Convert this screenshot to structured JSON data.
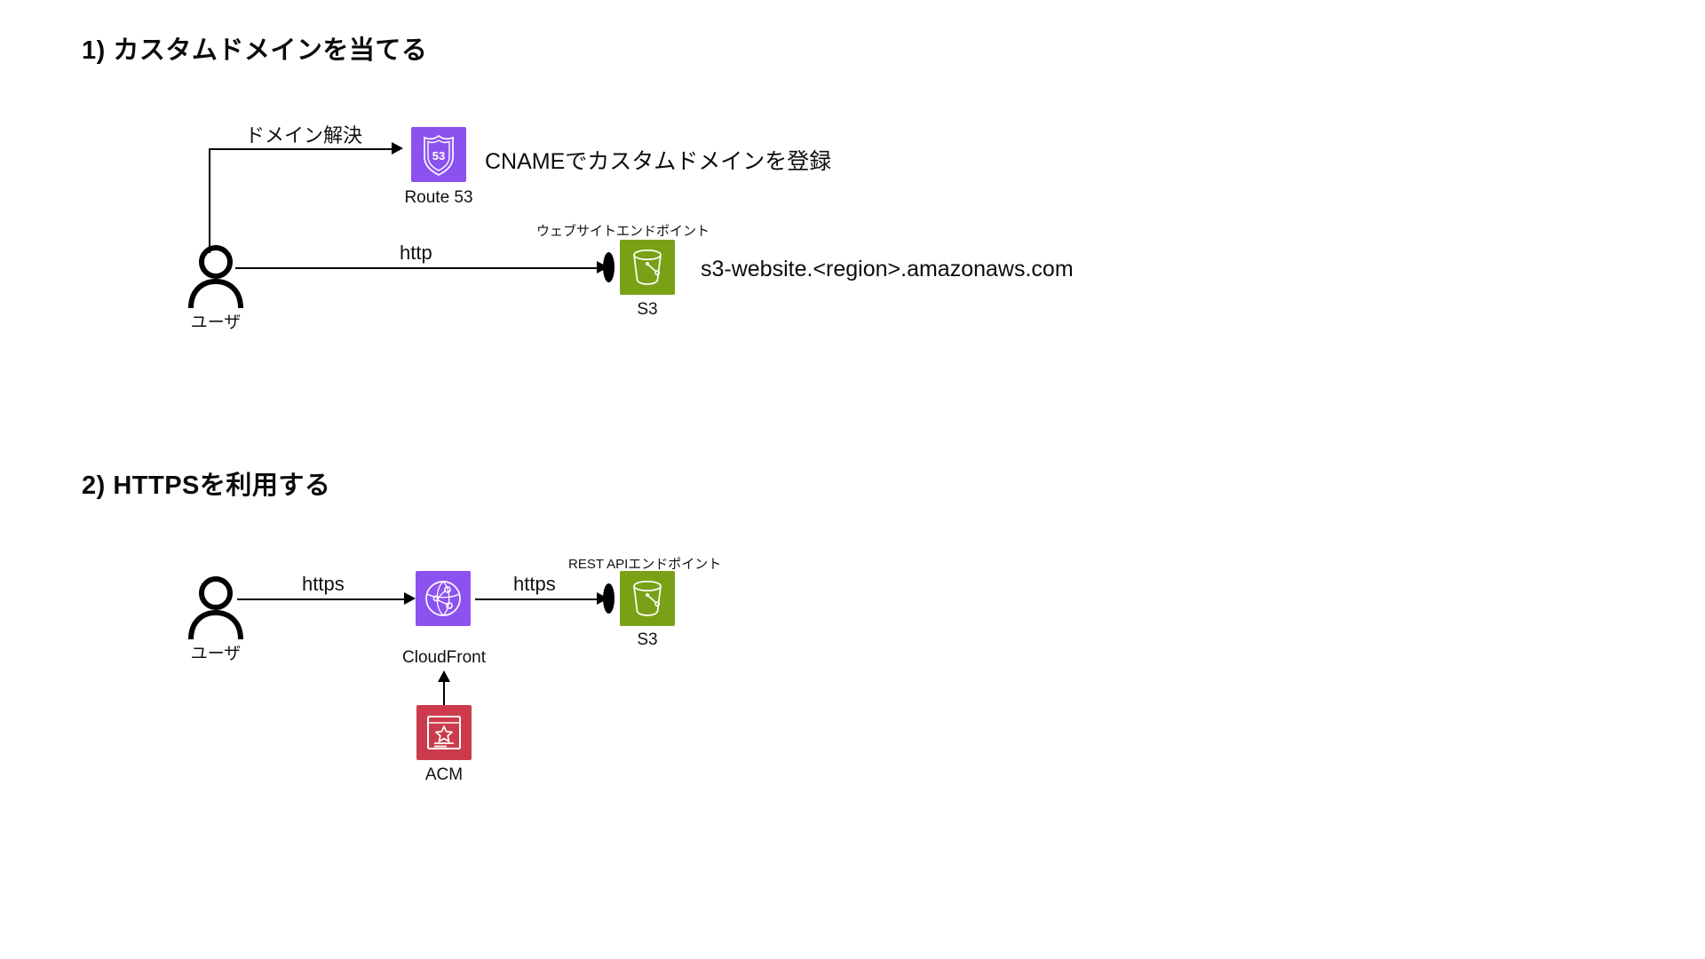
{
  "page": {
    "background": "#ffffff",
    "sections": [
      {
        "id": "s1",
        "title": "1) カスタムドメインを当てる"
      },
      {
        "id": "s2",
        "title": "2) HTTPSを利用する"
      }
    ]
  },
  "colors": {
    "route53_purple": "#8c52f0",
    "cloudfront_purple": "#8c52f0",
    "s3_green": "#7aa116",
    "acm_red": "#cc3b4b",
    "line_black": "#000000",
    "text_black": "#111111"
  },
  "diagram1": {
    "title": "1) カスタムドメインを当てる",
    "nodes": [
      {
        "id": "user1",
        "label": "ユーザ",
        "icon": "user-icon"
      },
      {
        "id": "route53",
        "label": "Route 53",
        "icon": "route53-icon",
        "badge": "53"
      },
      {
        "id": "s3a",
        "label": "S3",
        "icon": "s3-bucket-icon"
      }
    ],
    "edges": [
      {
        "id": "e1",
        "from": "user1",
        "to": "route53",
        "label": "ドメイン解決"
      },
      {
        "id": "e2",
        "from": "user1",
        "to": "s3a",
        "label": "http"
      }
    ],
    "annotations": [
      {
        "id": "a1",
        "text": "CNAMEでカスタムドメインを登録",
        "size": "large"
      },
      {
        "id": "a2",
        "text": "ウェブサイトエンドポイント",
        "size": "small"
      },
      {
        "id": "a3",
        "text": "s3-website.<region>.amazonaws.com",
        "size": "large"
      }
    ]
  },
  "diagram2": {
    "title": "2) HTTPSを利用する",
    "nodes": [
      {
        "id": "user2",
        "label": "ユーザ",
        "icon": "user-icon"
      },
      {
        "id": "cloudfront",
        "label": "CloudFront",
        "icon": "cloudfront-icon"
      },
      {
        "id": "s3b",
        "label": "S3",
        "icon": "s3-bucket-icon"
      },
      {
        "id": "acm",
        "label": "ACM",
        "icon": "acm-certificate-icon"
      }
    ],
    "edges": [
      {
        "id": "e3",
        "from": "user2",
        "to": "cloudfront",
        "label": "https"
      },
      {
        "id": "e4",
        "from": "cloudfront",
        "to": "s3b",
        "label": "https"
      },
      {
        "id": "e5",
        "from": "acm",
        "to": "cloudfront",
        "label": ""
      }
    ],
    "annotations": [
      {
        "id": "b1",
        "text": "REST APIエンドポイント",
        "size": "small"
      }
    ]
  }
}
